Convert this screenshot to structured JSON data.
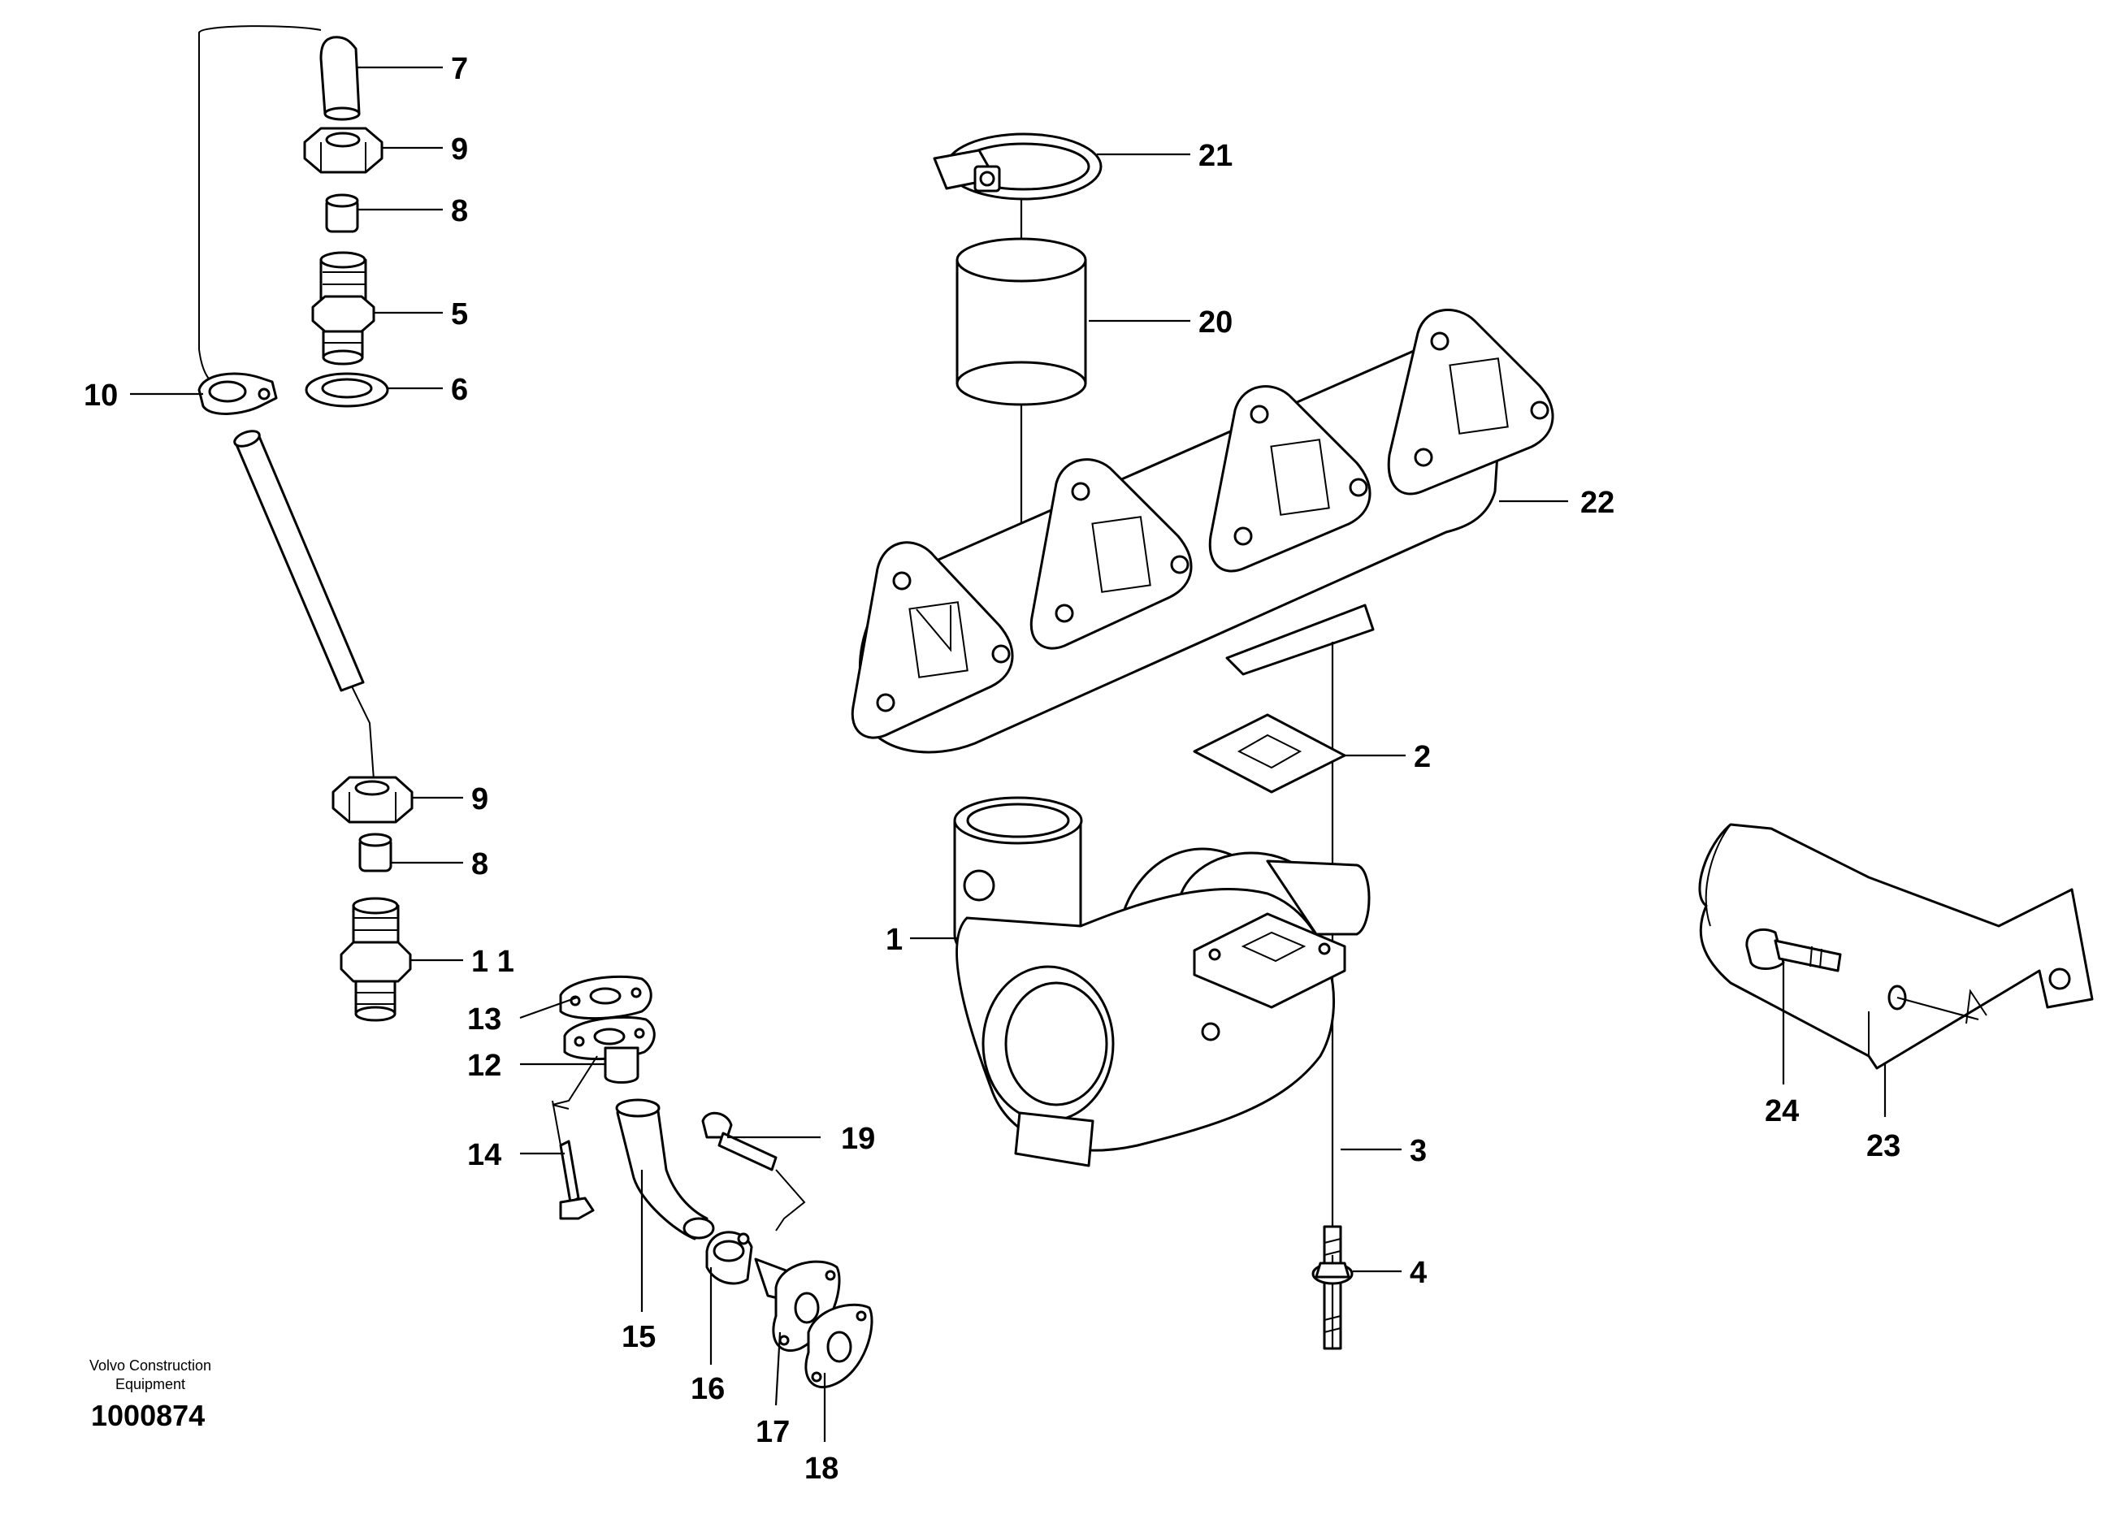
{
  "callouts": {
    "c1": "1",
    "c2": "2",
    "c3": "3",
    "c4": "4",
    "c5": "5",
    "c6": "6",
    "c7": "7",
    "c8a": "8",
    "c8b": "8",
    "c9a": "9",
    "c9b": "9",
    "c10": "10",
    "c11": "1 1",
    "c12": "12",
    "c13": "13",
    "c14": "14",
    "c15": "15",
    "c16": "16",
    "c17": "17",
    "c18": "18",
    "c19": "19",
    "c20": "20",
    "c21": "21",
    "c22": "22",
    "c23": "23",
    "c24": "24"
  },
  "footer": {
    "credit_line1": "Volvo Construction",
    "credit_line2": "Equipment",
    "doc_id": "1000874"
  }
}
